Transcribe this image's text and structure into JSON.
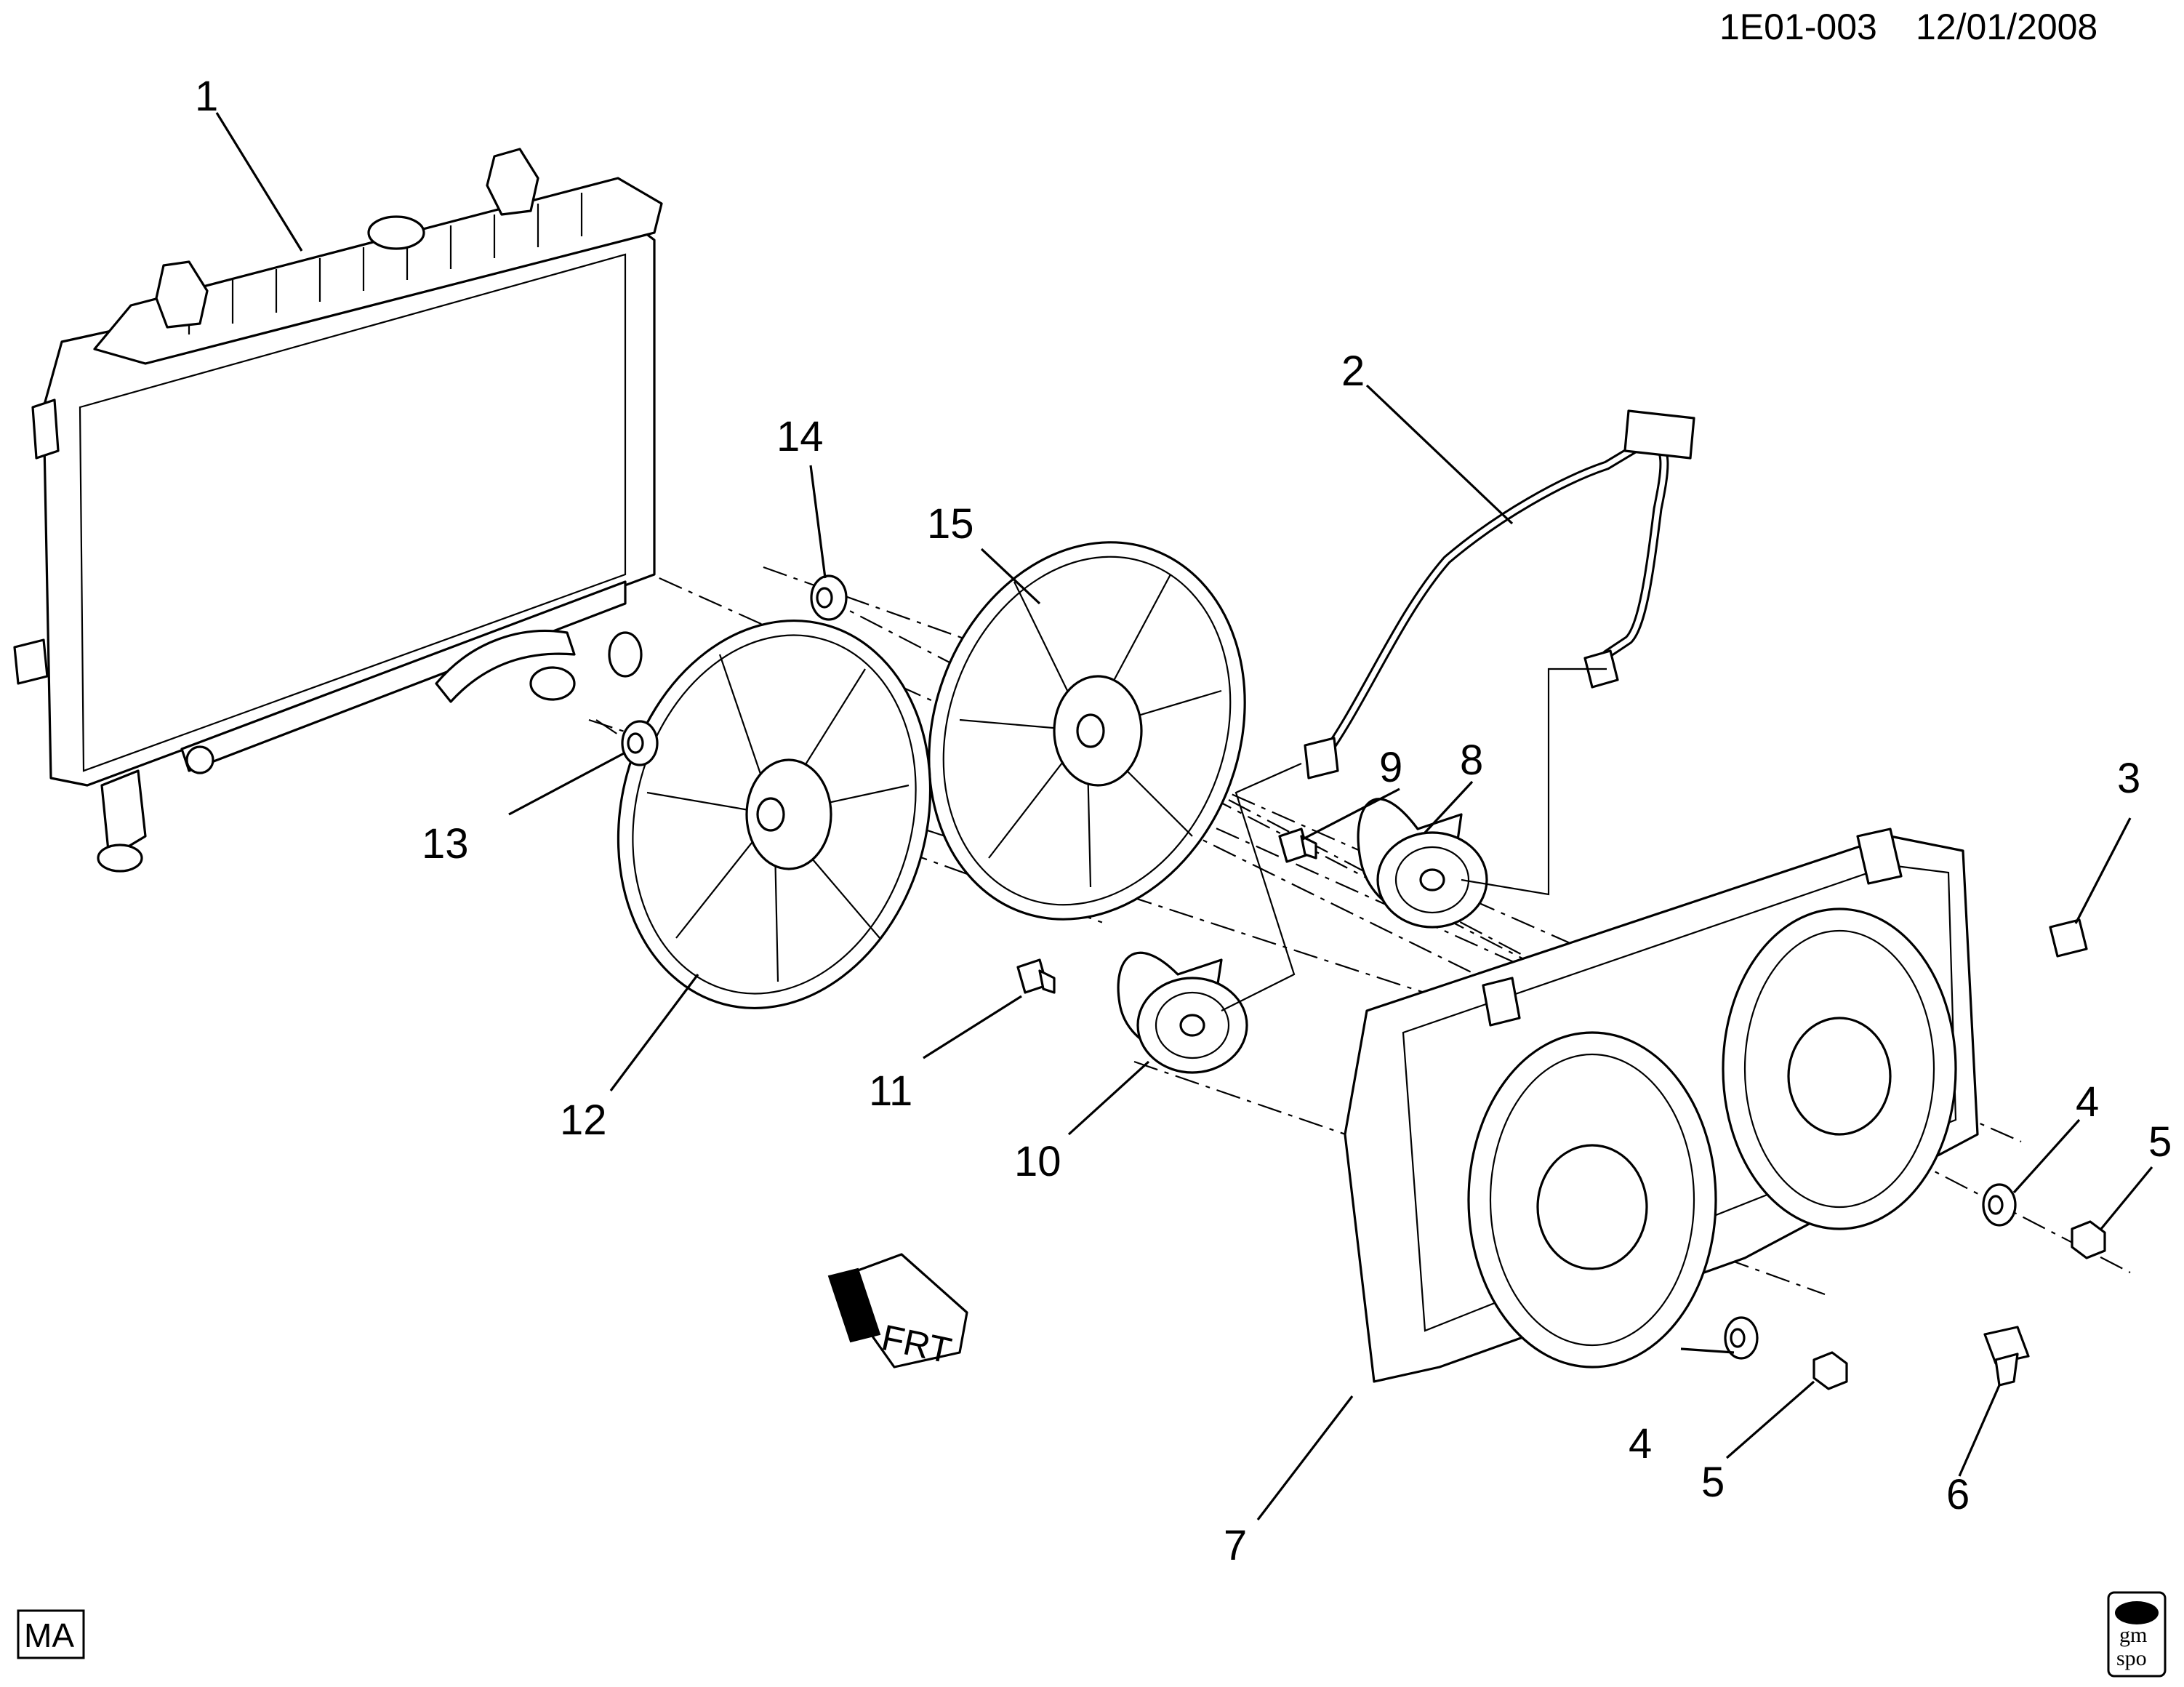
{
  "header": {
    "code": "1E01-003",
    "date": "12/01/2008"
  },
  "badges": {
    "ma": "MA",
    "logo_top": "gm",
    "logo_bottom": "spo"
  },
  "direction_arrow": {
    "text": "FRT"
  },
  "callouts": [
    {
      "id": "1",
      "text": "1"
    },
    {
      "id": "2",
      "text": "2"
    },
    {
      "id": "3",
      "text": "3"
    },
    {
      "id": "4a",
      "text": "4"
    },
    {
      "id": "4b",
      "text": "4"
    },
    {
      "id": "5a",
      "text": "5"
    },
    {
      "id": "5b",
      "text": "5"
    },
    {
      "id": "6",
      "text": "6"
    },
    {
      "id": "7",
      "text": "7"
    },
    {
      "id": "8",
      "text": "8"
    },
    {
      "id": "9",
      "text": "9"
    },
    {
      "id": "10",
      "text": "10"
    },
    {
      "id": "11",
      "text": "11"
    },
    {
      "id": "12",
      "text": "12"
    },
    {
      "id": "13",
      "text": "13"
    },
    {
      "id": "14",
      "text": "14"
    },
    {
      "id": "15",
      "text": "15"
    }
  ]
}
